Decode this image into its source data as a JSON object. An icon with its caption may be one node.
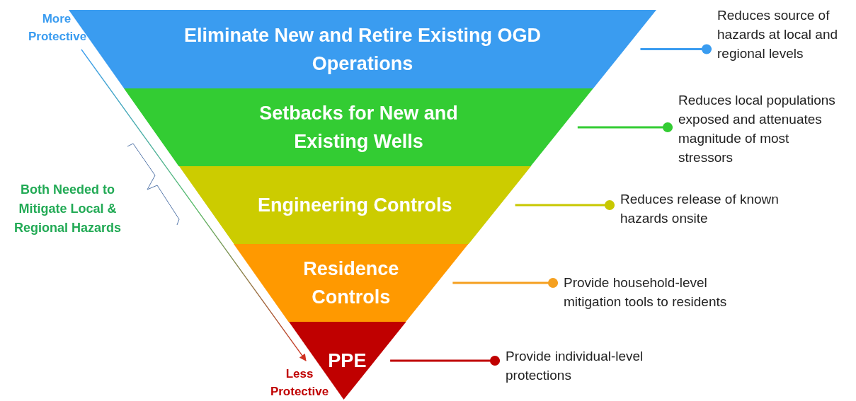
{
  "diagram": {
    "nodes": [
      {
        "text": [
          "Eliminate New and Retire Existing OGD Operations"
        ]
      },
      {
        "text": [
          "Setbacks for New and Existing Wells"
        ]
      },
      {
        "text": [
          "Engineering Controls"
        ]
      },
      {
        "text": [
          "Residence Controls"
        ]
      },
      {
        "text": [
          "PPE"
        ]
      },
      {
        "text": [
          "Reduces source of hazards at local and regional levels"
        ]
      },
      {
        "text": [
          "Reduces local populations exposed and attenuates magnitude of most stressors"
        ]
      },
      {
        "text": [
          "Reduces release of known hazards onsite"
        ]
      },
      {
        "text": [
          "Provide household-level mitigation tools to residents"
        ]
      },
      {
        "text": [
          "Provide individual-level protections"
        ]
      },
      {
        "text": [
          "More Protective"
        ]
      },
      {
        "text": [
          "Less Protective"
        ]
      }
    ],
    "edges": [
      {
        "from": 0,
        "to": 5,
        "arrow": "other",
        "color": "#3a9cf0"
      },
      {
        "from": 1,
        "to": 6,
        "arrow": "other",
        "color": "#33cc33"
      },
      {
        "from": 2,
        "to": 7,
        "arrow": "other",
        "color": "#c8c800"
      },
      {
        "from": 3,
        "to": 8,
        "arrow": "other",
        "color": "#f5a020"
      },
      {
        "from": 4,
        "to": 9,
        "arrow": "other",
        "color": "#c00000"
      },
      {
        "from": 10,
        "to": 11,
        "arrow": "to"
      }
    ],
    "labels": [
      "Both Needed to Mitigate Local & Regional Hazards"
    ]
  }
}
